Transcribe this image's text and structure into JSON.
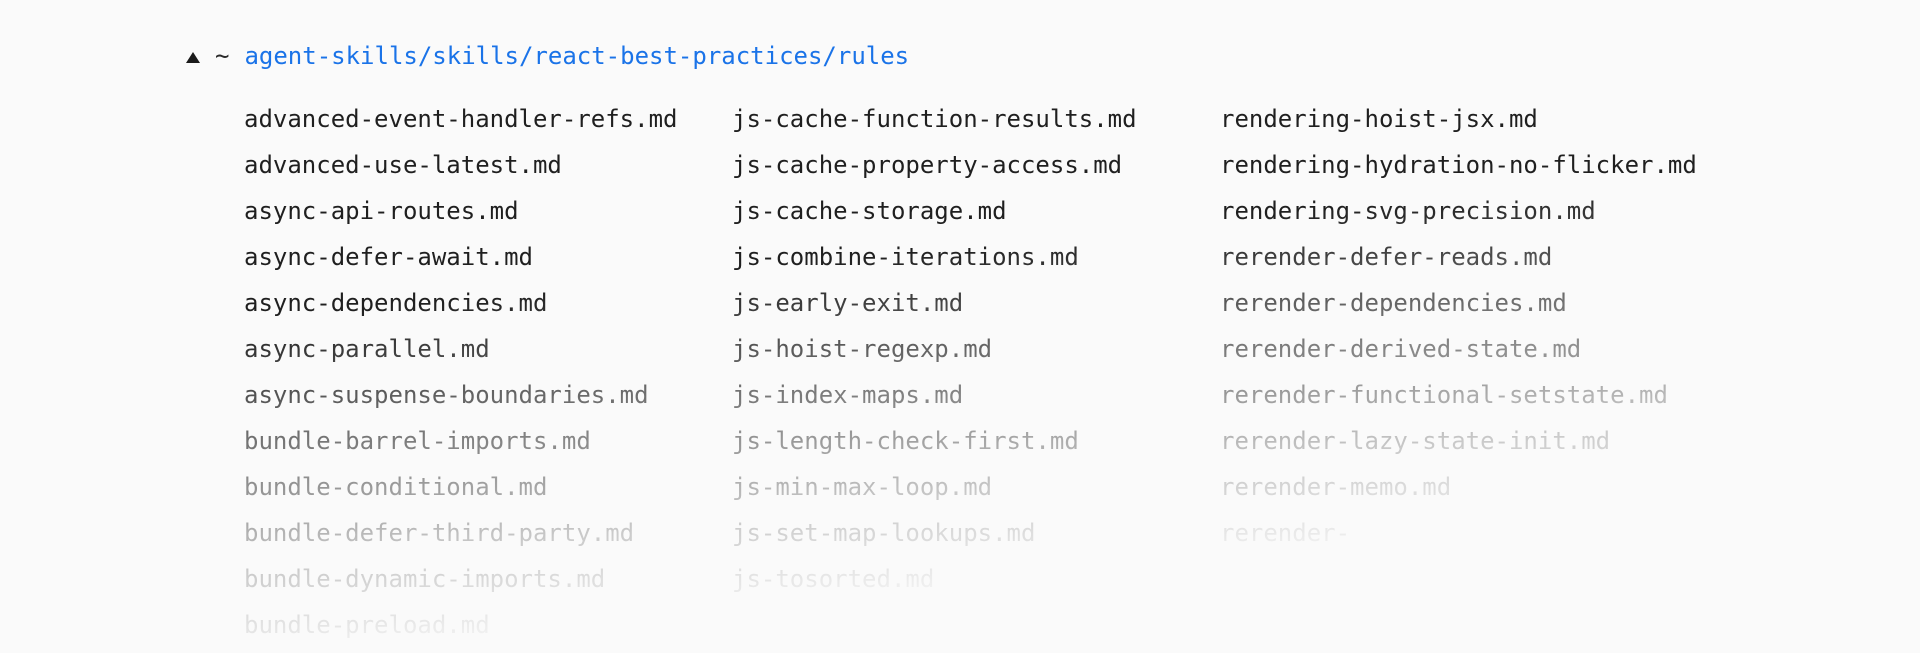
{
  "colors": {
    "background": "#fafafa",
    "link": "#1a73e8",
    "text": "#1f1f1f",
    "triangle": "#1a1a1a"
  },
  "header": {
    "collapse_icon": "triangle-up-icon",
    "home_symbol": "~",
    "path": "agent-skills/skills/react-best-practices/rules"
  },
  "file_browser": {
    "columns": [
      {
        "files": [
          "advanced-event-handler-refs.md",
          "advanced-use-latest.md",
          "async-api-routes.md",
          "async-defer-await.md",
          "async-dependencies.md",
          "async-parallel.md",
          "async-suspense-boundaries.md",
          "bundle-barrel-imports.md",
          "bundle-conditional.md",
          "bundle-defer-third-party.md",
          "bundle-dynamic-imports.md",
          "bundle-preload.md"
        ]
      },
      {
        "files": [
          "js-cache-function-results.md",
          "js-cache-property-access.md",
          "js-cache-storage.md",
          "js-combine-iterations.md",
          "js-early-exit.md",
          "js-hoist-regexp.md",
          "js-index-maps.md",
          "js-length-check-first.md",
          "js-min-max-loop.md",
          "js-set-map-lookups.md",
          "js-tosorted.md"
        ]
      },
      {
        "files": [
          "rendering-hoist-jsx.md",
          "rendering-hydration-no-flicker.md",
          "rendering-svg-precision.md",
          "rerender-defer-reads.md",
          "rerender-dependencies.md",
          "rerender-derived-state.md",
          "rerender-functional-setstate.md",
          "rerender-lazy-state-init.md",
          "rerender-memo.md",
          "rerender-"
        ]
      }
    ]
  }
}
